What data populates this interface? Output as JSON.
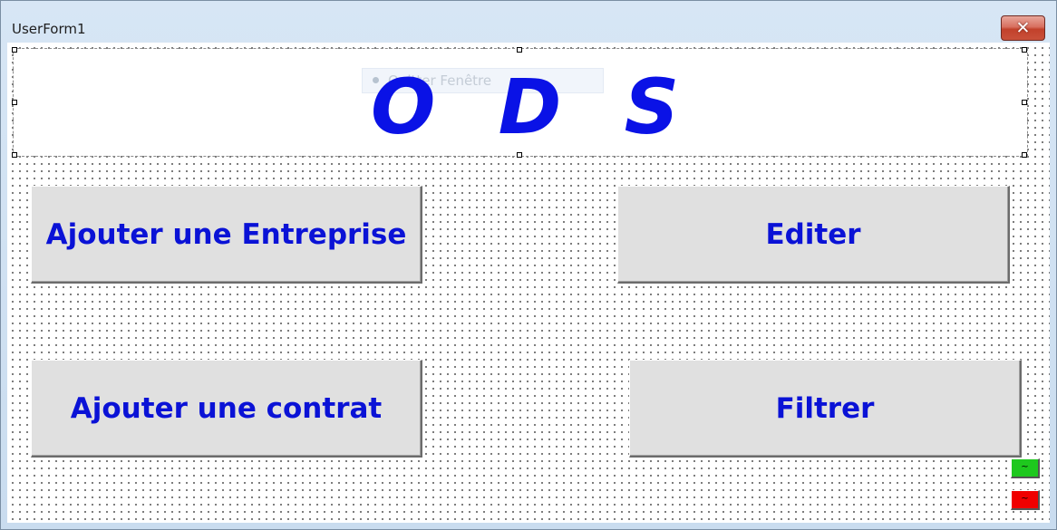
{
  "window": {
    "title": "UserForm1",
    "close_glyph": "✕"
  },
  "banner": {
    "ghost_label": "Quitter Fenêtre",
    "title": "O D S",
    "title_color": "#0a12e6"
  },
  "buttons": {
    "add_company": "Ajouter une Entreprise",
    "edit": "Editer",
    "add_contract": "Ajouter une contrat",
    "filter": "Filtrer"
  },
  "mini_buttons": {
    "ok_glyph": "~",
    "ok_color": "#1ec81e",
    "cancel_glyph": "~",
    "cancel_color": "#f00000"
  },
  "colors": {
    "button_text": "#0a12d6",
    "button_face": "#e0e0e0"
  }
}
